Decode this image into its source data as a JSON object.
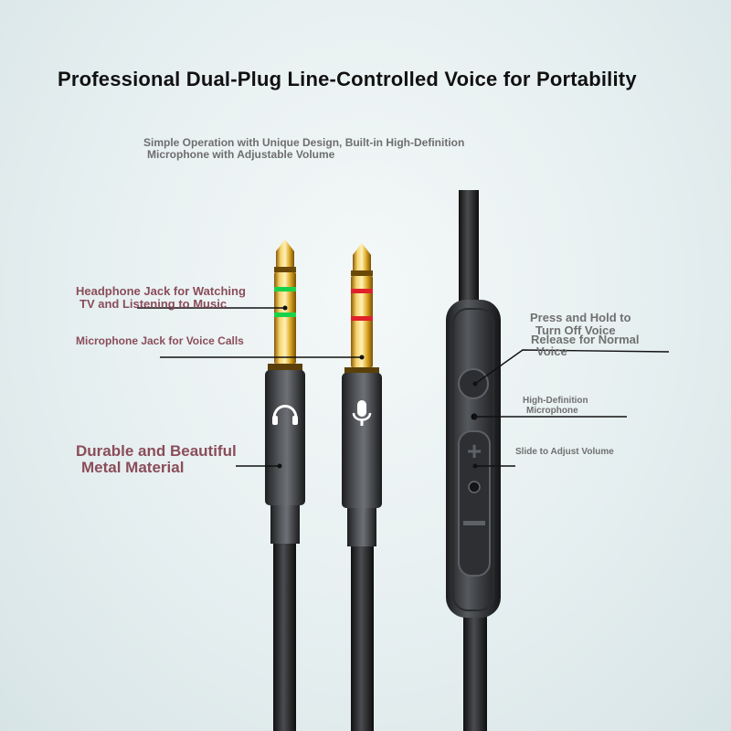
{
  "title": "Professional Dual-Plug Line-Controlled Voice for Portability",
  "subtitle": {
    "line1": "Simple Operation with Unique Design, Built-in High-Definition",
    "line2": "Microphone with Adjustable Volume"
  },
  "labels": {
    "headphone_jack": {
      "line1": "Headphone Jack for Watching",
      "line2": "TV and Listening to Music"
    },
    "microphone_jack": "Microphone Jack for Voice Calls",
    "durable": {
      "line1": "Durable and Beautiful",
      "line2": "Metal Material"
    },
    "press_hold": {
      "line1": "Press and Hold to",
      "line2": "Turn Off Voice"
    },
    "release": {
      "line1": "Release for Normal",
      "line2": "Voice"
    },
    "hd_mic": {
      "line1": "High-Definition",
      "line2": "Microphone"
    },
    "slide_volume": "Slide to Adjust Volume"
  },
  "controls": {
    "plus": "+",
    "minus": "−"
  },
  "colors": {
    "headphone_ring": "#19d24a",
    "mic_ring": "#e0202a",
    "gold": "#d9a520",
    "metal": "#3b3d40",
    "label_red": "#8a4d5a"
  },
  "icons": {
    "headphone_plug": "headphones-icon",
    "mic_plug": "microphone-icon"
  }
}
